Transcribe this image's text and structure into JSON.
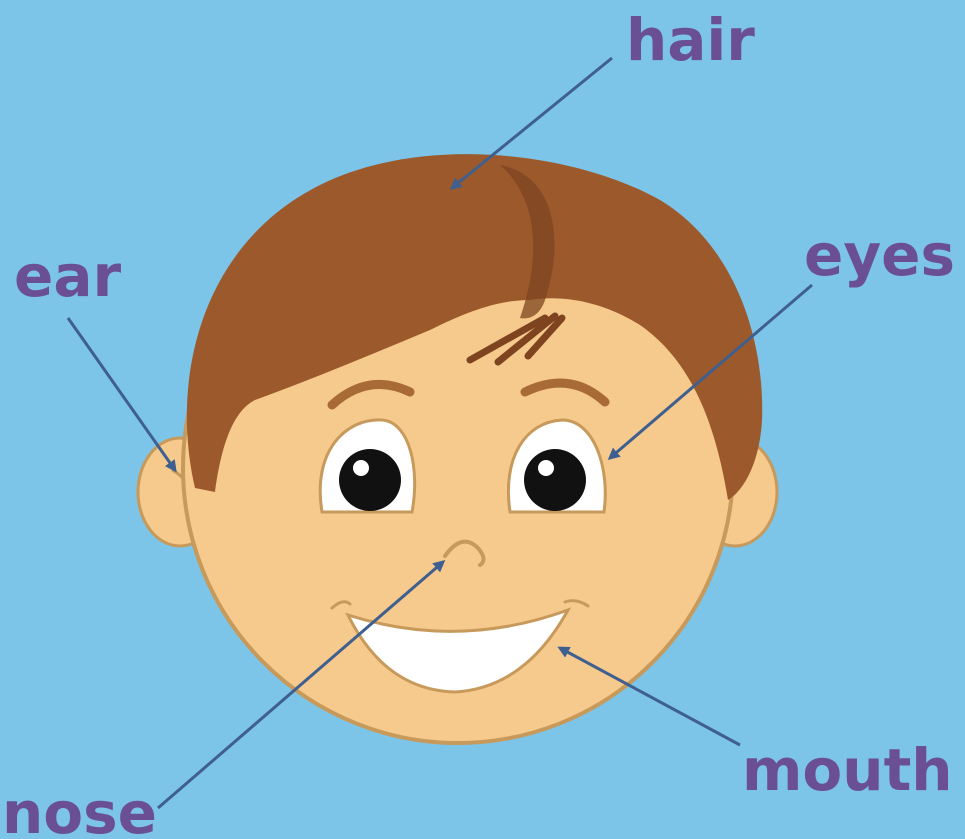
{
  "labels": {
    "hair": "hair",
    "ear": "ear",
    "eyes": "eyes",
    "nose": "nose",
    "mouth": "mouth"
  },
  "colors": {
    "background": "#7cc4e8",
    "label_text": "#6b4f95",
    "pointer_line": "#3f5f8f",
    "skin": "#f6c98c",
    "skin_outline": "#c79a5c",
    "hair": "#9c5a2c",
    "hair_shadow": "#7e4420",
    "eyebrow": "#a86a37",
    "pupil": "#111111",
    "mouth_inner": "#ffffff"
  }
}
